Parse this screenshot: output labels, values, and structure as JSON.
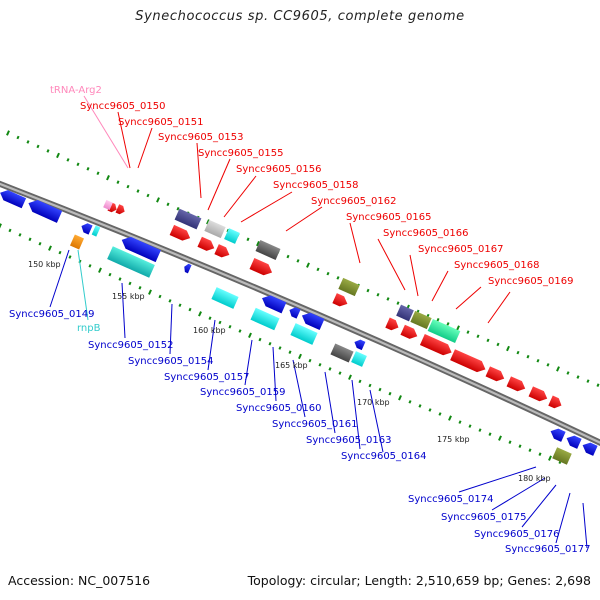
{
  "title": "Synechococcus sp. CC9605, complete genome",
  "footer": {
    "accession": "Accession: NC_007516",
    "topology": "Topology: circular; Length: 2,510,659 bp; Genes: 2,698"
  },
  "colors": {
    "forward_label": "#ee0000",
    "reverse_label": "#0000cc",
    "trna_label": "#ff88bb",
    "rrna_label": "#33cccc",
    "backbone": "#888888",
    "tick": "#118811"
  },
  "ticks": [
    "150 kbp",
    "155 kbp",
    "160 kbp",
    "165 kbp",
    "170 kbp",
    "175 kbp",
    "180 kbp"
  ],
  "forward_labels": [
    {
      "name": "tRNA-Arg2",
      "kind": "trna"
    },
    {
      "name": "Syncc9605_0150",
      "kind": "forward"
    },
    {
      "name": "Syncc9605_0151",
      "kind": "forward"
    },
    {
      "name": "Syncc9605_0153",
      "kind": "forward"
    },
    {
      "name": "Syncc9605_0155",
      "kind": "forward"
    },
    {
      "name": "Syncc9605_0156",
      "kind": "forward"
    },
    {
      "name": "Syncc9605_0158",
      "kind": "forward"
    },
    {
      "name": "Syncc9605_0162",
      "kind": "forward"
    },
    {
      "name": "Syncc9605_0165",
      "kind": "forward"
    },
    {
      "name": "Syncc9605_0166",
      "kind": "forward"
    },
    {
      "name": "Syncc9605_0167",
      "kind": "forward"
    },
    {
      "name": "Syncc9605_0168",
      "kind": "forward"
    },
    {
      "name": "Syncc9605_0169",
      "kind": "forward"
    }
  ],
  "reverse_labels": [
    {
      "name": "Syncc9605_0149",
      "kind": "reverse"
    },
    {
      "name": "rnpB",
      "kind": "rrna"
    },
    {
      "name": "Syncc9605_0152",
      "kind": "reverse"
    },
    {
      "name": "Syncc9605_0154",
      "kind": "reverse"
    },
    {
      "name": "Syncc9605_0157",
      "kind": "reverse"
    },
    {
      "name": "Syncc9605_0159",
      "kind": "reverse"
    },
    {
      "name": "Syncc9605_0160",
      "kind": "reverse"
    },
    {
      "name": "Syncc9605_0161",
      "kind": "reverse"
    },
    {
      "name": "Syncc9605_0163",
      "kind": "reverse"
    },
    {
      "name": "Syncc9605_0164",
      "kind": "reverse"
    },
    {
      "name": "Syncc9605_0174",
      "kind": "reverse"
    },
    {
      "name": "Syncc9605_0175",
      "kind": "reverse"
    },
    {
      "name": "Syncc9605_0176",
      "kind": "reverse"
    },
    {
      "name": "Syncc9605_0177",
      "kind": "reverse"
    }
  ]
}
